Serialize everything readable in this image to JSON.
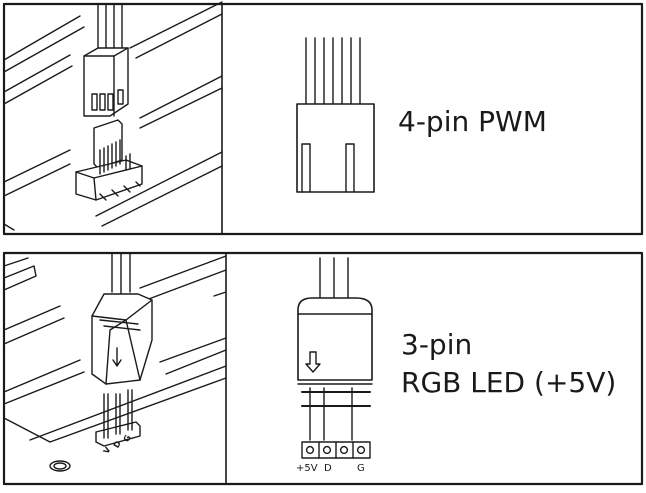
{
  "top_panel": {
    "label": "4-pin PWM"
  },
  "bottom_panel": {
    "label_line1": "3-pin",
    "label_line2": "RGB LED (+5V)",
    "pin_labels": [
      "+5V",
      "D",
      "G"
    ],
    "board_pin_labels": [
      "V",
      "D",
      "G"
    ]
  }
}
